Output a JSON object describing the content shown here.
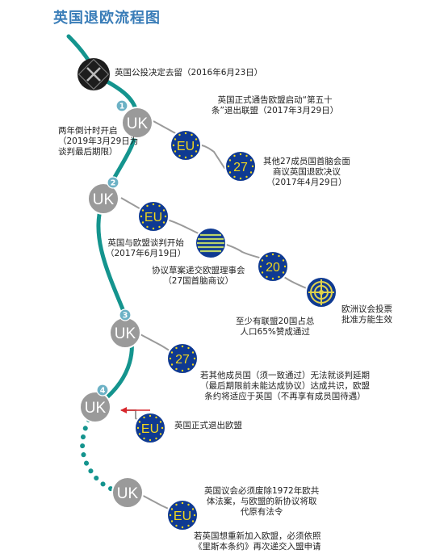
{
  "title": "英国退欧流程图",
  "colors": {
    "main_path": "#14948e",
    "branch_path": "#9a9a9a",
    "uk_node": "#9a9a9a",
    "eu_node": "#0f3a92",
    "eu_text": "#f2d71c",
    "step_badge": "#6cb1c5",
    "referendum_node": "#1d1d1d",
    "arrow": "#d9262b",
    "title": "#3a7db8"
  },
  "nodes": {
    "start_icon": "x-cross-icon",
    "uk1": "UK",
    "uk2": "UK",
    "uk3": "UK",
    "uk4": "UK",
    "uk5": "UK",
    "eu1": "EU",
    "n27a": "27",
    "eu2": "EU",
    "n20": "20",
    "n27b": "27",
    "eu3": "EU",
    "eu4": "EU"
  },
  "steps": [
    "1",
    "2",
    "3",
    "4"
  ],
  "labels": {
    "referendum": "英国公投决定去留（2016年6月23日）",
    "article50": "英国正式通告欧盟启动“第五十\n条”退出联盟（2017年3月29日）",
    "countdown": "两年倒计时开启\n（2019年3月29日为\n谈判最后期限）",
    "eu27_summit": "其他27成员国首脑会面\n商议英国退欧决议\n（2017年4月29日）",
    "negotiation_start": "英国与欧盟谈判开始\n（2017年6月19日）",
    "draft_to_council": "协议草案递交欧盟理事会\n（27国首脑商议）",
    "ep_vote": "欧洲议会投票\n批准方能生效",
    "qualified_majority": "至少有联盟20国占总\n人口65%赞成通过",
    "extension": "若其他成员国（须一致通过）无法就谈判延期\n（最后期限前未能达成协议）达成共识，欧盟\n条约将适应于英国（不再享有成员国待遇）",
    "formal_exit": "英国正式退出欧盟",
    "repeal_act": "英国议会必须废除1972年欧共\n体法案，与欧盟的新协议将取\n代原有法令",
    "rejoin": "若英国想重新加入欧盟，必须依照\n《里斯本条约》再次递交入盟申请"
  }
}
